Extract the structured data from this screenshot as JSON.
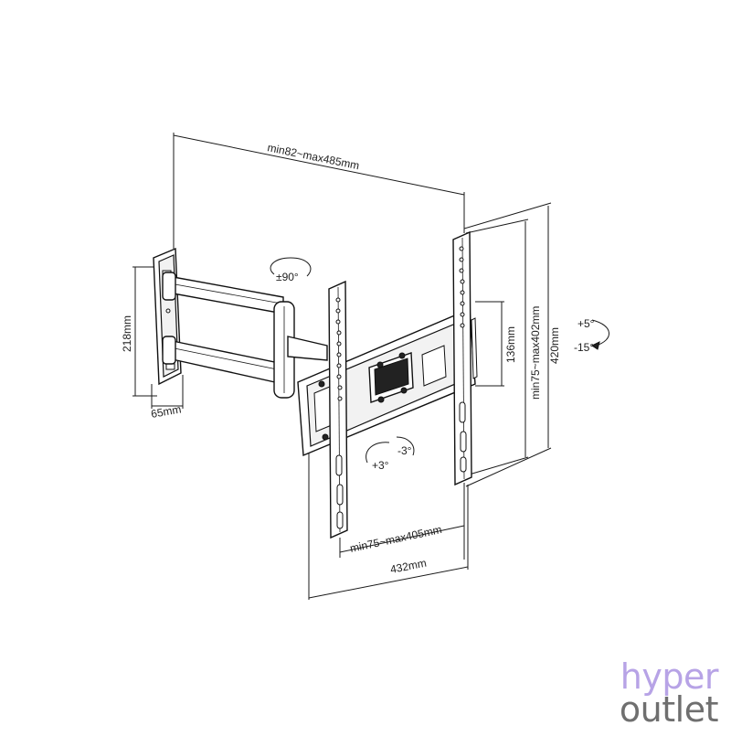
{
  "dimensions": {
    "arm_extension": "min82~max485mm",
    "wall_plate_height": "218mm",
    "wall_plate_width": "65mm",
    "swivel": "±90°",
    "bracket_height": "136mm",
    "vesa_vertical": "min75~max402mm",
    "overall_height": "420mm",
    "tilt_up": "+5°",
    "tilt_down": "-15°",
    "rotate_plus": "+3°",
    "rotate_minus": "-3°",
    "vesa_horizontal": "min75~max405mm",
    "overall_width": "432mm"
  },
  "brand": {
    "line1": "hyper",
    "line2": "outlet"
  }
}
